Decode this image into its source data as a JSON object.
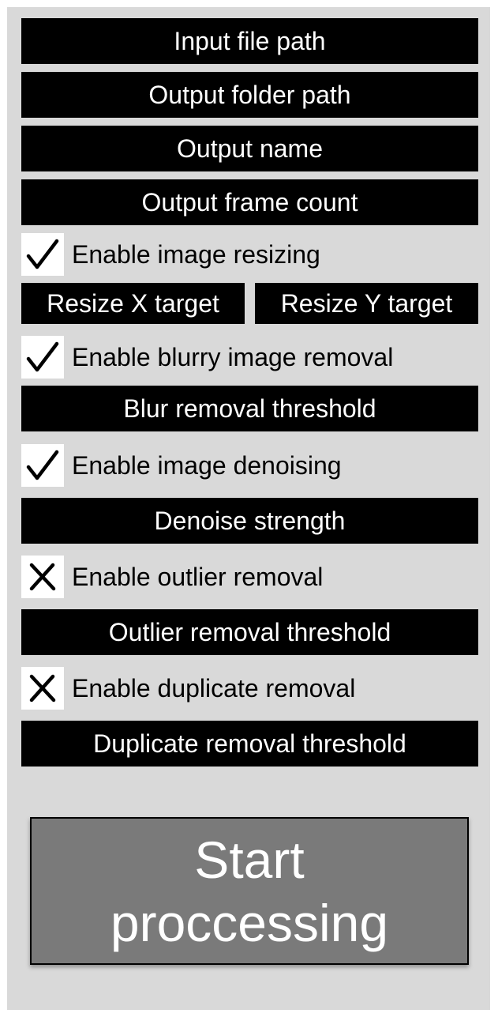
{
  "fields": {
    "input_file_path": "Input file path",
    "output_folder_path": "Output folder path",
    "output_name": "Output name",
    "output_frame_count": "Output frame count",
    "resize_x_target": "Resize X target",
    "resize_y_target": "Resize Y target",
    "blur_removal_threshold": "Blur removal threshold",
    "denoise_strength": "Denoise strength",
    "outlier_removal_threshold": "Outlier removal threshold",
    "duplicate_removal_threshold": "Duplicate removal threshold"
  },
  "options": {
    "image_resizing": {
      "label": "Enable image resizing",
      "checked": true,
      "icon": "checkmark-icon"
    },
    "blurry_image_removal": {
      "label": "Enable blurry image removal",
      "checked": true,
      "icon": "checkmark-icon"
    },
    "image_denoising": {
      "label": "Enable image denoising",
      "checked": true,
      "icon": "checkmark-icon"
    },
    "outlier_removal": {
      "label": "Enable outlier removal",
      "checked": false,
      "icon": "x-mark-icon"
    },
    "duplicate_removal": {
      "label": "Enable duplicate removal",
      "checked": false,
      "icon": "x-mark-icon"
    }
  },
  "start_button": {
    "label": "Start proccessing"
  },
  "colors": {
    "panel": "#d9d9d9",
    "field_bg": "#000000",
    "field_text": "#ffffff",
    "button_bg": "#7a7a7a"
  }
}
